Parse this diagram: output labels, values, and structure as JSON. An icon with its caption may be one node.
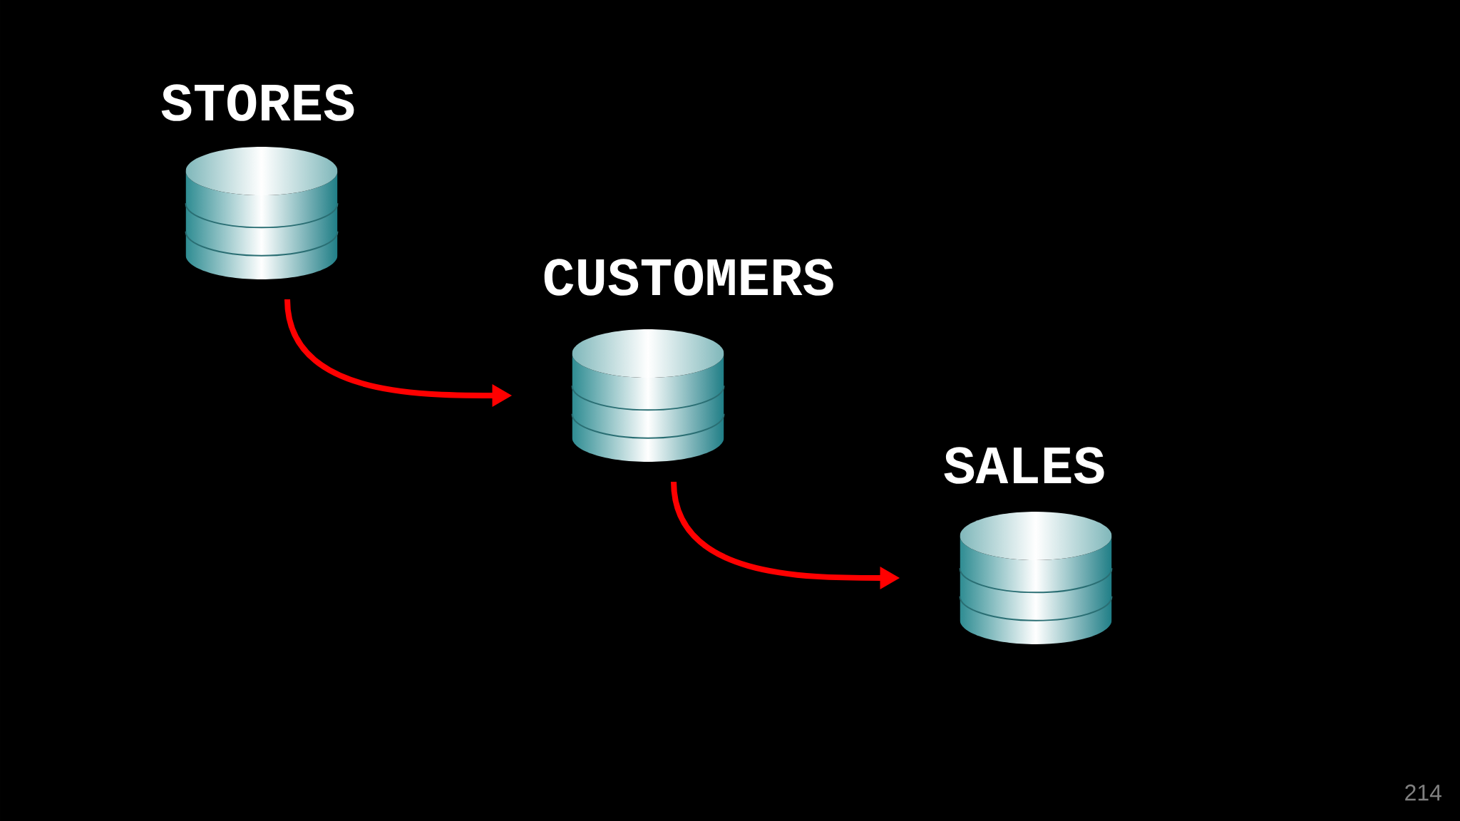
{
  "diagram": {
    "nodes": [
      {
        "text": [
          "STORES"
        ]
      },
      {
        "text": [
          "CUSTOMERS"
        ]
      },
      {
        "text": [
          "SALES"
        ]
      }
    ],
    "edges": [
      {
        "from": 0,
        "to": 1,
        "arrow": "to"
      },
      {
        "from": 1,
        "to": 2,
        "arrow": "to"
      }
    ],
    "labels": [
      "214"
    ]
  }
}
